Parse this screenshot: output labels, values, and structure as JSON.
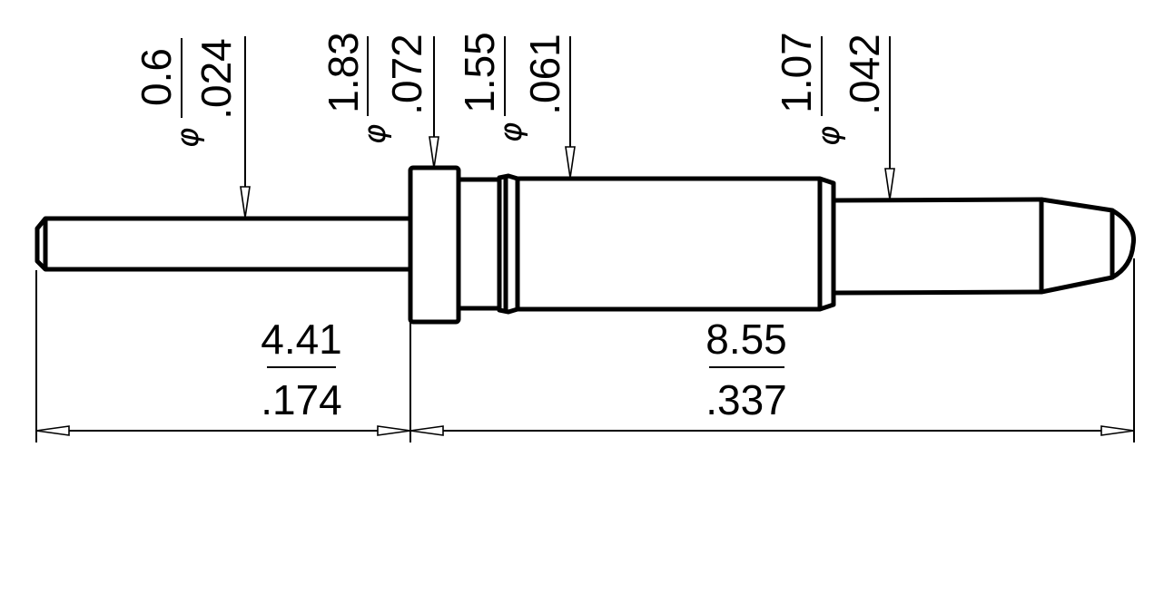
{
  "diameters": [
    {
      "symbol": "φ",
      "mm": "0.6",
      "inch": ".024"
    },
    {
      "symbol": "φ",
      "mm": "1.83",
      "inch": ".072"
    },
    {
      "symbol": "φ",
      "mm": "1.55",
      "inch": ".061"
    },
    {
      "symbol": "φ",
      "mm": "1.07",
      "inch": ".042"
    }
  ],
  "lengths": [
    {
      "mm": "4.41",
      "inch": ".174"
    },
    {
      "mm": "8.55",
      "inch": ".337"
    }
  ]
}
